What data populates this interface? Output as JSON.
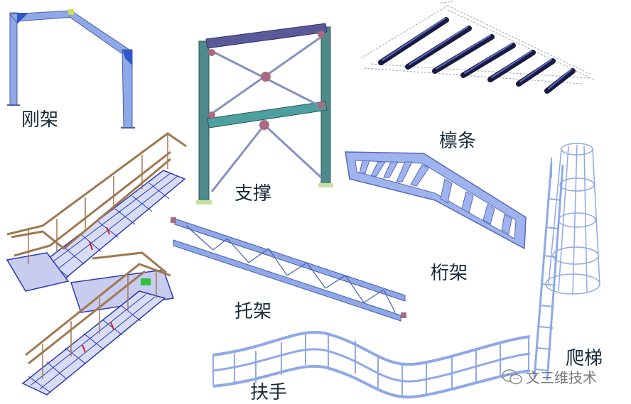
{
  "labels": {
    "rigid_frame": "刚架",
    "bracing": "支撑",
    "purlin": "檩条",
    "truss": "桁架",
    "bracket": "托架",
    "handrail": "扶手",
    "ladder": "爬梯"
  },
  "watermark": "文三维技术",
  "colors": {
    "steel_blue": "#8fa8e8",
    "steel_dark": "#4a5fa8",
    "column_teal": "#4e8a8a",
    "beam_purple": "#5a5a9a",
    "node_red": "#a86a80",
    "rail_brown": "#a07850",
    "purlin_black": "#1a1a40"
  }
}
